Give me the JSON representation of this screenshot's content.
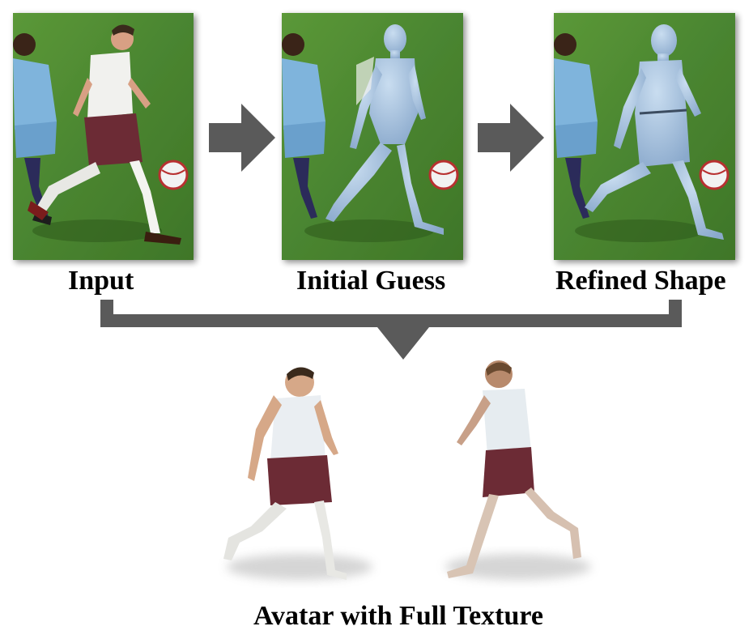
{
  "labels": {
    "input": "Input",
    "initial_guess": "Initial Guess",
    "refined_shape": "Refined Shape",
    "avatar": "Avatar with Full Texture"
  },
  "colors": {
    "grass": "#4f8a32",
    "body_model": "#9cb8d8",
    "arrow": "#5a5a5a",
    "jersey_white": "#f1f1ee",
    "shorts_maroon": "#6c2b35",
    "opponent_blue": "#7fb4dc"
  }
}
